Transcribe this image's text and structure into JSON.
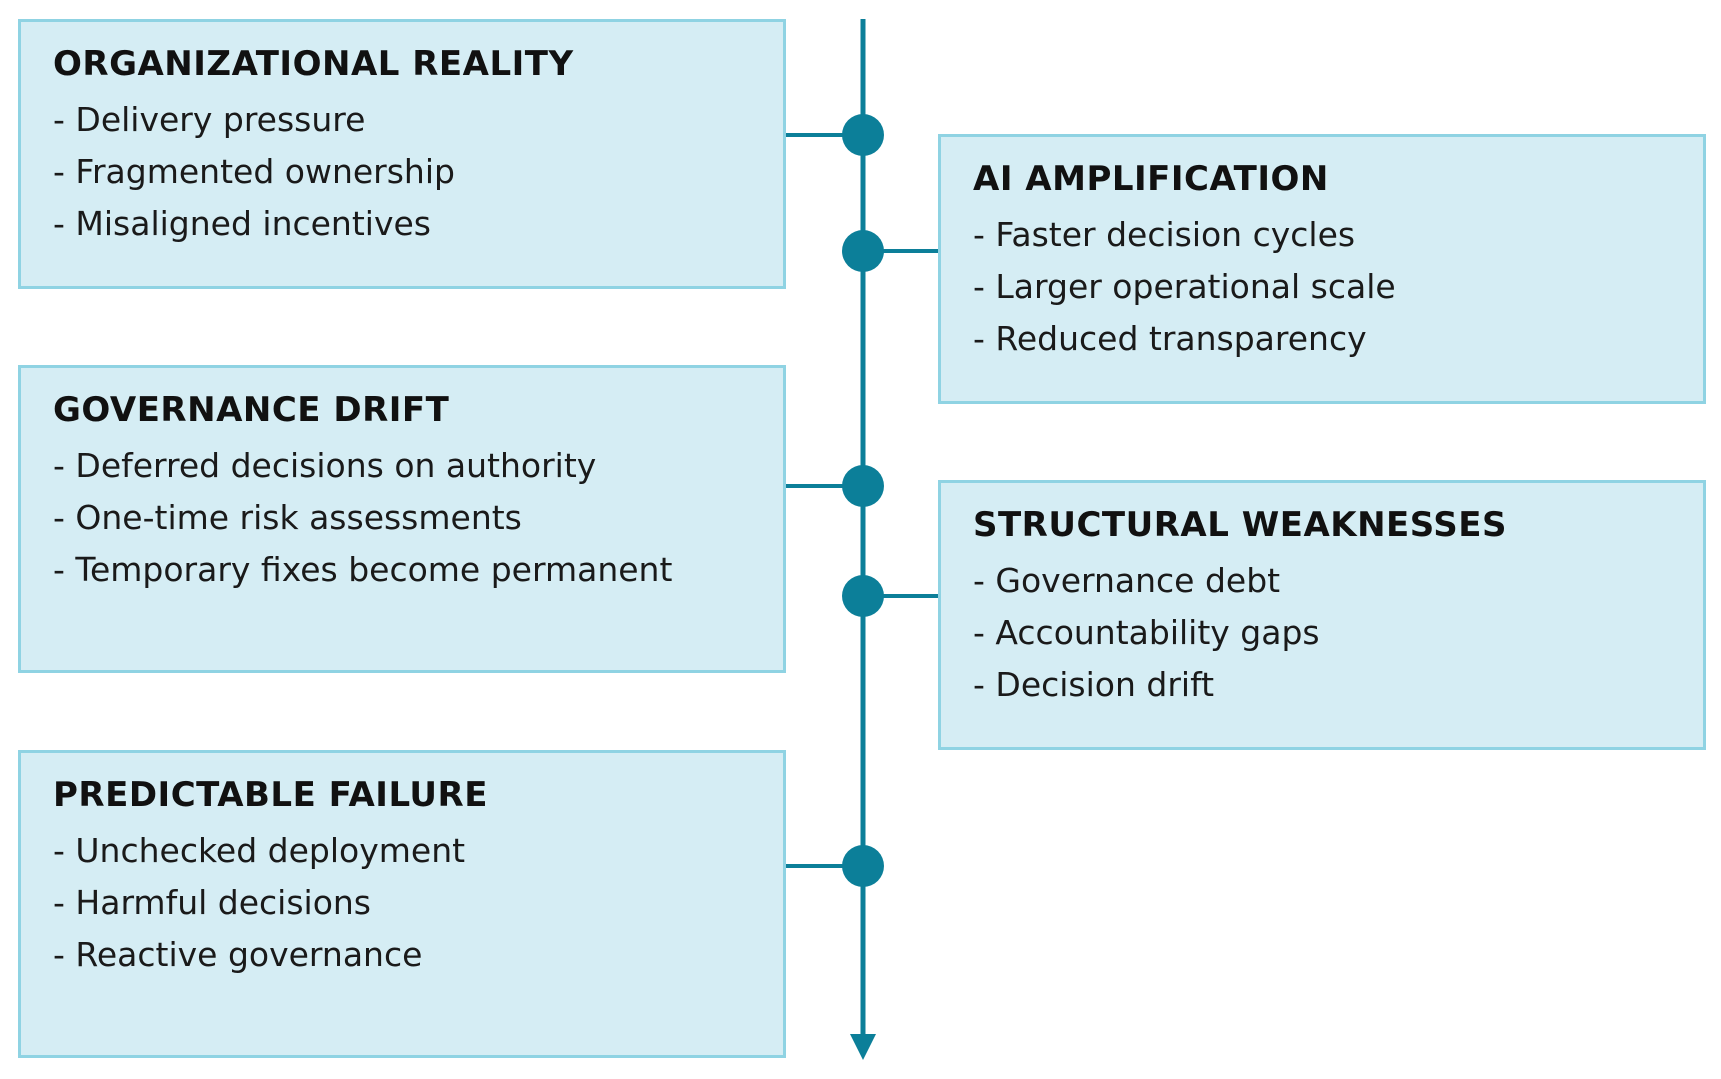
{
  "diagram": {
    "accent_color": "#0c7f99",
    "box_fill_color": "#d5edf4",
    "box_border_color": "#8fd3e3",
    "boxes": [
      {
        "title": "ORGANIZATIONAL REALITY",
        "items": [
          "Delivery pressure",
          "Fragmented ownership",
          "Misaligned incentives"
        ]
      },
      {
        "title": "AI AMPLIFICATION",
        "items": [
          "Faster decision cycles",
          "Larger operational scale",
          "Reduced transparency"
        ]
      },
      {
        "title": "GOVERNANCE DRIFT",
        "items": [
          "Deferred decisions on authority",
          "One-time risk assessments",
          "Temporary fixes become permanent"
        ]
      },
      {
        "title": "STRUCTURAL WEAKNESSES",
        "items": [
          "Governance debt",
          "Accountability gaps",
          "Decision drift"
        ]
      },
      {
        "title": "PREDICTABLE FAILURE",
        "items": [
          "Unchecked deployment",
          "Harmful decisions",
          "Reactive governance"
        ]
      }
    ]
  }
}
